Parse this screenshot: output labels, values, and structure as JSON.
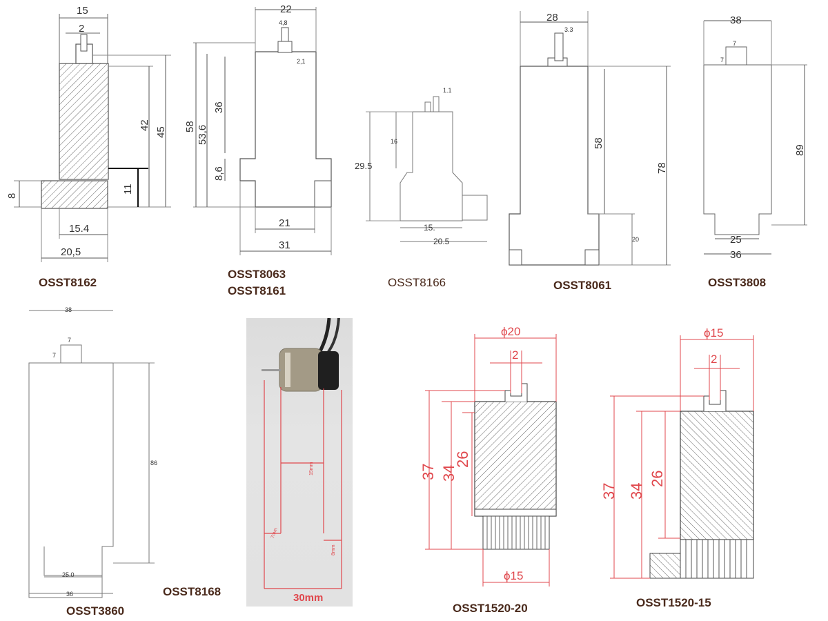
{
  "captions": {
    "c1": "OSST8162",
    "c2a": "OSST8063",
    "c2b": "OSST8161",
    "c3": "OSST8166",
    "c4": "OSST8061",
    "c5": "OSST3808",
    "c6": "OSST3860",
    "c7": "OSST8168",
    "c8": "OSST1520-20",
    "c9": "OSST1520-15"
  },
  "d1": {
    "top": "15",
    "slot": "2",
    "h1": "42",
    "h2": "45",
    "left": "8",
    "step": "11",
    "mid": "15.4",
    "bottom": "20,5"
  },
  "d2": {
    "top": "22",
    "slot": "4,8",
    "slot2": "2,1",
    "h36": "36",
    "h58": "58",
    "h536": "53,6",
    "h86": "8,6",
    "w21": "21",
    "w31": "31"
  },
  "d3": {
    "slot": "1.1",
    "h16": "16",
    "h295": "29.5",
    "w15": "15.",
    "w205": "20.5"
  },
  "d4": {
    "top": "28",
    "slot": "3.3",
    "h58": "58",
    "h78": "78",
    "h20": "20"
  },
  "d5": {
    "top": "38",
    "small": "7",
    "small2": "7",
    "h89": "89",
    "w25": "25",
    "w36": "36"
  },
  "d6": {
    "top": "38",
    "small": "7",
    "small2": "7",
    "h86": "86",
    "w25": "25.0",
    "w36": "36"
  },
  "d7": {
    "d15": "15mm",
    "d7": "7mm",
    "d8": "8mm",
    "d30": "30mm"
  },
  "d8": {
    "dia": "ϕ20",
    "slot": "2",
    "h37": "37",
    "h34": "34",
    "h26": "26",
    "bottom": "ϕ15"
  },
  "d9": {
    "dia": "ϕ15",
    "slot": "2",
    "h37": "37",
    "h34": "34",
    "h26": "26"
  }
}
